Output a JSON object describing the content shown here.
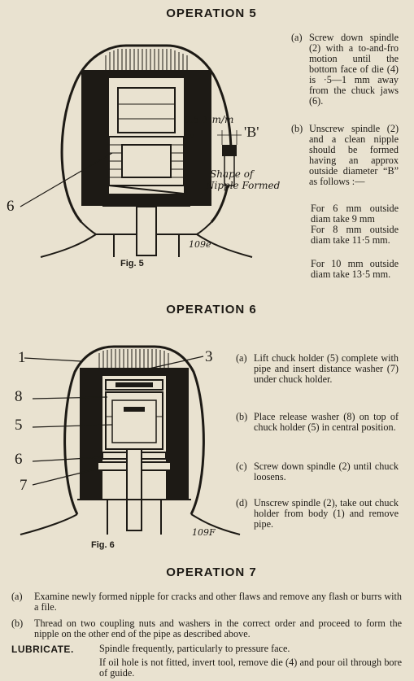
{
  "op5": {
    "title": "OPERATION 5",
    "steps": [
      {
        "label": "(a)",
        "text": "Screw down spindle (2) with a to-and-fro motion until the bottom face of die (4) is ·5—1 mm away from the chuck jaws (6)."
      },
      {
        "label": "(b)",
        "text": "Unscrew spindle (2) and a clean nipple should be formed having an approx outside diameter “B” as follows :—"
      }
    ],
    "sizes": [
      "For 6 mm outside diam take 9 mm",
      "For 8 mm outside diam take 11·5 mm.",
      "For 10 mm outside diam take 13·5 mm."
    ],
    "figure": {
      "caption": "Fig. 5",
      "ref": "109e",
      "dimension": "0.5-1 m/m",
      "b_label": "'B'",
      "nipple_label_1": "Shape of",
      "nipple_label_2": "Nipple Formed",
      "callout_6": "6"
    }
  },
  "op6": {
    "title": "OPERATION 6",
    "steps": [
      {
        "label": "(a)",
        "text": "Lift chuck holder (5) complete with pipe and insert distance washer (7) under chuck holder."
      },
      {
        "label": "(b)",
        "text": "Place release washer (8) on top of chuck holder (5) in central position."
      },
      {
        "label": "(c)",
        "text": "Screw down spindle (2) until chuck loosens."
      },
      {
        "label": "(d)",
        "text": "Unscrew spindle (2), take out chuck holder from body (1) and remove pipe."
      }
    ],
    "figure": {
      "caption": "Fig. 6",
      "ref": "109F",
      "callouts": {
        "c1": "1",
        "c3": "3",
        "c8": "8",
        "c5": "5",
        "c6": "6",
        "c7": "7"
      }
    }
  },
  "op7": {
    "title": "OPERATION 7",
    "steps": [
      {
        "label": "(a)",
        "text": "Examine newly formed nipple for cracks and other flaws and remove any flash or burrs with a file."
      },
      {
        "label": "(b)",
        "text": "Thread on two coupling nuts and washers in the correct order and proceed to form the nipple on the other end of the pipe as described above."
      }
    ],
    "lubricate": {
      "label": "LUBRICATE.",
      "line1": "Spindle frequently, particularly to pressure face.",
      "line2": "If oil hole is not fitted, invert tool, remove die (4) and pour oil through bore of guide."
    }
  }
}
